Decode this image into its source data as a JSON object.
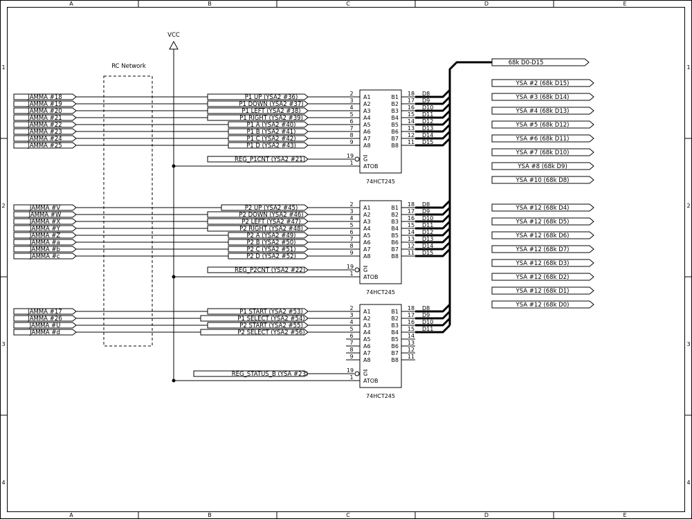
{
  "frame": {
    "columns": [
      "A",
      "B",
      "C",
      "D",
      "E"
    ],
    "rows": [
      "1",
      "2",
      "3",
      "4"
    ]
  },
  "power": {
    "label": "VCC"
  },
  "rc_network": {
    "label": "RC Network"
  },
  "bus": {
    "label": "68k D0-D15"
  },
  "chips": [
    {
      "part": "74HCT245",
      "oe_pin": "19",
      "oe_name": "G",
      "dir_pin": "1",
      "dir_name": "ATOB",
      "oe_label": "REG_P1CNT (YSA2 #21)",
      "a_pins": [
        "2",
        "3",
        "4",
        "5",
        "6",
        "7",
        "8",
        "9"
      ],
      "a_names": [
        "A1",
        "A2",
        "A3",
        "A4",
        "A5",
        "A6",
        "A7",
        "A8"
      ],
      "b_pins": [
        "18",
        "17",
        "16",
        "15",
        "14",
        "13",
        "12",
        "11"
      ],
      "b_names": [
        "B1",
        "B2",
        "B3",
        "B4",
        "B5",
        "B6",
        "B7",
        "B8"
      ],
      "nets": [
        "D8",
        "D9",
        "D10",
        "D11",
        "D12",
        "D13",
        "D14",
        "D15"
      ],
      "jamma": [
        "JAMMA #18",
        "JAMMA #19",
        "JAMMA #20",
        "JAMMA #21",
        "JAMMA #22",
        "JAMMA #23",
        "JAMMA #24",
        "JAMMA #25"
      ],
      "signals": [
        "P1 UP (YSA2 #36)",
        "P1 DOWN (YSA2 #37)",
        "P1 LEFT (YSA2 #38)",
        "P1 RIGHT (YSA2 #39)",
        "P1 A (YSA2 #40)",
        "P1 B (YSA2 #41)",
        "P1 C (YSA2 #42)",
        "P1 D (YSA2 #43)"
      ]
    },
    {
      "part": "74HCT245",
      "oe_pin": "19",
      "oe_name": "G",
      "dir_pin": "1",
      "dir_name": "ATOB",
      "oe_label": "REG_P2CNT (YSA2 #22)",
      "a_pins": [
        "2",
        "3",
        "4",
        "5",
        "6",
        "7",
        "8",
        "9"
      ],
      "a_names": [
        "A1",
        "A2",
        "A3",
        "A4",
        "A5",
        "A6",
        "A7",
        "A8"
      ],
      "b_pins": [
        "18",
        "17",
        "16",
        "15",
        "14",
        "13",
        "12",
        "11"
      ],
      "b_names": [
        "B1",
        "B2",
        "B3",
        "B4",
        "B5",
        "B6",
        "B7",
        "B8"
      ],
      "nets": [
        "D8",
        "D9",
        "D10",
        "D11",
        "D12",
        "D13",
        "D14",
        "D15"
      ],
      "jamma": [
        "JAMMA #V",
        "JAMMA #W",
        "JAMMA #X",
        "JAMMA #Y",
        "JAMMA #Z",
        "JAMMA #a",
        "JAMMA #b",
        "JAMMA #c"
      ],
      "signals": [
        "P2 UP (YSA2 #45)",
        "P2 DOWN (YSA2 #46)",
        "P2 LEFT (YSA2 #47)",
        "P2 RIGHT (YSA2 #48)",
        "P2 A (YSA2 #49)",
        "P2 B (YSA2 #50)",
        "P2 C (YSA2 #51)",
        "P2 D (YSA2 #52)"
      ]
    },
    {
      "part": "74HCT245",
      "oe_pin": "19",
      "oe_name": "G",
      "dir_pin": "1",
      "dir_name": "ATOB",
      "oe_label": "REG_STATUS_B (YSA #23)",
      "a_pins": [
        "2",
        "3",
        "4",
        "5",
        "6",
        "7",
        "8",
        "9"
      ],
      "a_names": [
        "A1",
        "A2",
        "A3",
        "A4",
        "A5",
        "A6",
        "A7",
        "A8"
      ],
      "b_pins": [
        "18",
        "17",
        "16",
        "15",
        "14",
        "13",
        "12",
        "11"
      ],
      "b_names": [
        "B1",
        "B2",
        "B3",
        "B4",
        "B5",
        "B6",
        "B7",
        "B8"
      ],
      "nets": [
        "D8",
        "D9",
        "D10",
        "D11"
      ],
      "jamma": [
        "JAMMA #17",
        "JAMMA #26",
        "JAMMA #U",
        "JAMMA #d"
      ],
      "signals": [
        "P1 START (YSA2 #53)",
        "P1 SELECT (YSA2 #54)",
        "P2 START (YSA2 #55)",
        "P2 SELECT (YSA2 #56)"
      ]
    }
  ],
  "ysa_ports": [
    "YSA #2 (68k D15)",
    "YSA #3 (68k D14)",
    "YSA #4 (68k D13)",
    "YSA #5 (68k D12)",
    "YSA #6 (68k D11)",
    "YSA #7 (68k D10)",
    "YSA #8 (68k D9)",
    "YSA #10 (68k D8)",
    "YSA #12 (68k D4)",
    "YSA #12 (68k D5)",
    "YSA #12 (68k D6)",
    "YSA #12 (68k D7)",
    "YSA #12 (68k D3)",
    "YSA #12 (68k D2)",
    "YSA #12 (68k D1)",
    "YSA #12 (68k D0)"
  ]
}
